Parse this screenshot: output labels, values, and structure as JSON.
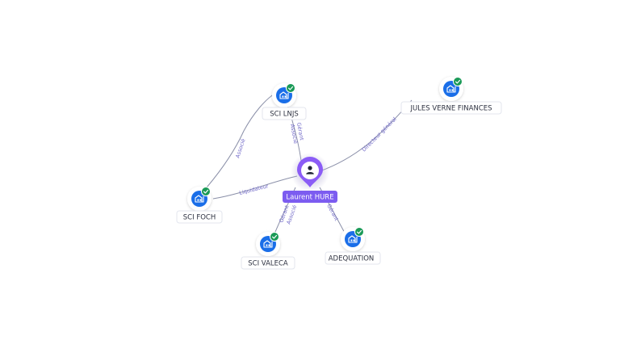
{
  "colors": {
    "company_blue": "#1a6ee8",
    "verified_green": "#1a9a57",
    "person_purple": "#8b5cf6",
    "person_label_bg": "#7c5cf0",
    "edge_label": "#7068c8"
  },
  "icons": {
    "company": "building-icon",
    "verified": "check-badge-icon",
    "person": "user-icon"
  },
  "person": {
    "name": "Laurent HURE"
  },
  "companies": [
    {
      "id": "sci-lnjs",
      "name": "SCI LNJS"
    },
    {
      "id": "jules-verne-finances",
      "name": "JULES VERNE FINANCES"
    },
    {
      "id": "sci-foch",
      "name": "SCI FOCH"
    },
    {
      "id": "sci-valeca",
      "name": "SCI VALECA"
    },
    {
      "id": "adequation",
      "name": "ADEQUATION"
    }
  ],
  "edges": [
    {
      "id": "person-lnjs",
      "labels": [
        "Gérant",
        "Associé"
      ]
    },
    {
      "id": "person-jules",
      "labels": [
        "Directeur général"
      ]
    },
    {
      "id": "person-foch",
      "labels": [
        "Liquidateur"
      ]
    },
    {
      "id": "person-valeca",
      "labels": [
        "Gérant",
        "Associé"
      ]
    },
    {
      "id": "person-adequation",
      "labels": [
        "Gérant"
      ]
    },
    {
      "id": "foch-lnjs",
      "labels": [
        "Associé"
      ]
    }
  ]
}
